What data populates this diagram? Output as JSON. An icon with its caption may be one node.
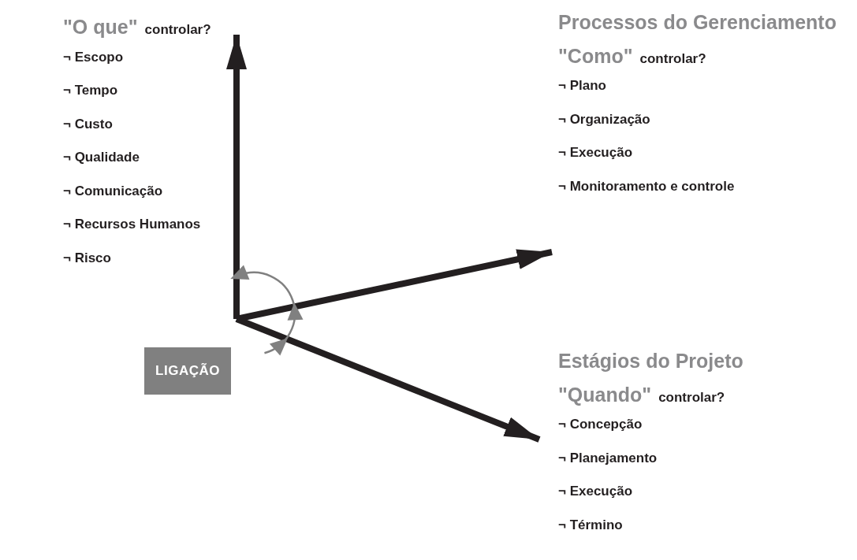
{
  "diagram": {
    "nodes": [
      {
        "text": [
          "\"O que\"",
          "controlar?",
          "¬ Escopo",
          "¬ Tempo",
          "¬ Custo",
          "¬ Qualidade",
          "¬ Comunicação",
          "¬ Recursos Humanos",
          "¬ Risco"
        ]
      },
      {
        "text": [
          "Processos do Gerenciamento",
          "\"Como\"",
          "controlar?",
          "¬ Plano",
          "¬ Organização",
          "¬ Execução",
          "¬ Monitoramento e controle"
        ]
      },
      {
        "text": [
          "Estágios do Projeto",
          "\"Quando\"",
          "controlar?",
          "¬ Concepção",
          "¬ Planejamento",
          "¬ Execução",
          "¬ Término"
        ]
      },
      {
        "text": [
          "LIGAÇÃO"
        ]
      }
    ],
    "edges": [
      {
        "from": null,
        "to": 0,
        "arrow": "to"
      },
      {
        "from": null,
        "to": 1,
        "arrow": "to"
      },
      {
        "from": null,
        "to": 2,
        "arrow": "to"
      }
    ]
  }
}
